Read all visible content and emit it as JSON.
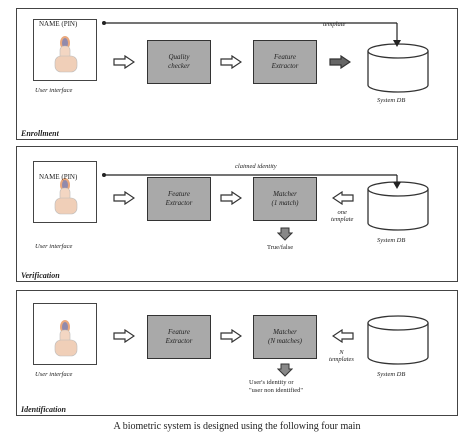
{
  "panels": {
    "enrollment": {
      "title": "Enrollment",
      "name_pin": "NAME (PIN)",
      "ui_label": "User interface",
      "box1": "Quality\nchecker",
      "box2": "Feature\nExtractor",
      "db_label": "System DB",
      "top_label": "template"
    },
    "verification": {
      "title": "Verification",
      "name_pin": "NAME (PIN)",
      "ui_label": "User interface",
      "box1": "Feature\nExtractor",
      "box2": "Matcher\n(1 match)",
      "db_label": "System DB",
      "top_label": "claimed identity",
      "template_label": "one\ntemplate",
      "result": "True/false"
    },
    "identification": {
      "title": "Identification",
      "ui_label": "User interface",
      "box1": "Feature\nExtractor",
      "box2": "Matcher\n(N matches)",
      "db_label": "System DB",
      "template_label": "N\ntemplates",
      "result_line1": "User's identity or",
      "result_line2": "\"user non identified\""
    }
  },
  "caption": "A biometric system is designed using the following four main"
}
